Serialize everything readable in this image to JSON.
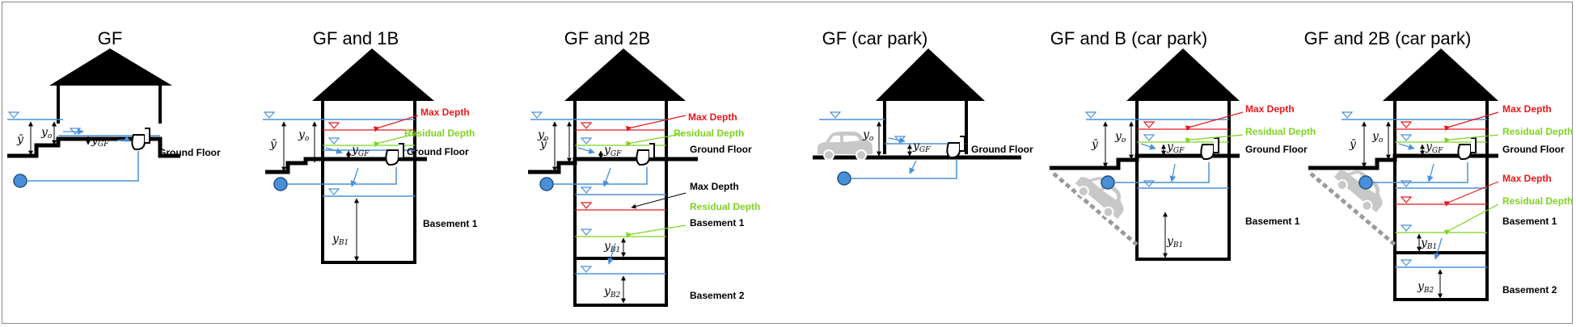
{
  "panels": [
    {
      "title": "GF",
      "labels": {
        "ground_floor": "Ground Floor"
      },
      "symbols": {
        "ybar": "ȳ",
        "yo": "y",
        "yo_sub": "o",
        "ygf": "y",
        "ygf_sub": "GF"
      }
    },
    {
      "title": "GF and 1B",
      "labels": {
        "max_depth": "Max Depth",
        "residual_depth": "Residual Depth",
        "ground_floor": "Ground Floor",
        "basement1": "Basement 1"
      },
      "symbols": {
        "ybar": "ȳ",
        "yo": "y",
        "yo_sub": "o",
        "ygf": "y",
        "ygf_sub": "GF",
        "yb1": "y",
        "yb1_sub": "B1"
      }
    },
    {
      "title": "GF and 2B",
      "labels": {
        "max_depth": "Max Depth",
        "residual_depth": "Residual Depth",
        "ground_floor": "Ground Floor",
        "max_depth_b": "Max Depth",
        "residual_depth_b": "Residual Depth",
        "basement1": "Basement 1",
        "basement2": "Basement 2"
      },
      "symbols": {
        "ybar": "ȳ",
        "yo": "y",
        "yo_sub": "o",
        "ygf": "y",
        "ygf_sub": "GF",
        "yb1": "y",
        "yb1_sub": "B1",
        "yb2": "y",
        "yb2_sub": "B2"
      }
    },
    {
      "title": "GF (car park)",
      "labels": {
        "ground_floor": "Ground Floor"
      },
      "symbols": {
        "yo": "y",
        "yo_sub": "o",
        "ygf": "y",
        "ygf_sub": "GF"
      }
    },
    {
      "title": "GF and B (car park)",
      "labels": {
        "max_depth": "Max Depth",
        "residual_depth": "Residual Depth",
        "ground_floor": "Ground Floor",
        "basement1": "Basement 1"
      },
      "symbols": {
        "ybar": "ȳ",
        "yo": "y",
        "yo_sub": "o",
        "ygf": "y",
        "ygf_sub": "GF",
        "yb1": "y",
        "yb1_sub": "B1"
      }
    },
    {
      "title": "GF and 2B (car park)",
      "labels": {
        "max_depth": "Max Depth",
        "residual_depth": "Residual Depth",
        "ground_floor": "Ground Floor",
        "max_depth_b": "Max Depth",
        "residual_depth_b": "Residual Depth",
        "basement1": "Basement 1",
        "basement2": "Basement 2"
      },
      "symbols": {
        "ybar": "ȳ",
        "yo": "y",
        "yo_sub": "o",
        "ygf": "y",
        "ygf_sub": "GF",
        "yb1": "y",
        "yb1_sub": "B1",
        "yb2": "y",
        "yb2_sub": "B2"
      }
    }
  ],
  "colors": {
    "water": "#4a90d9",
    "max_depth": "#e5191b",
    "residual_depth": "#7ed321",
    "car": "#c8c8c8",
    "slope_hatch": "#9a9a9a"
  }
}
